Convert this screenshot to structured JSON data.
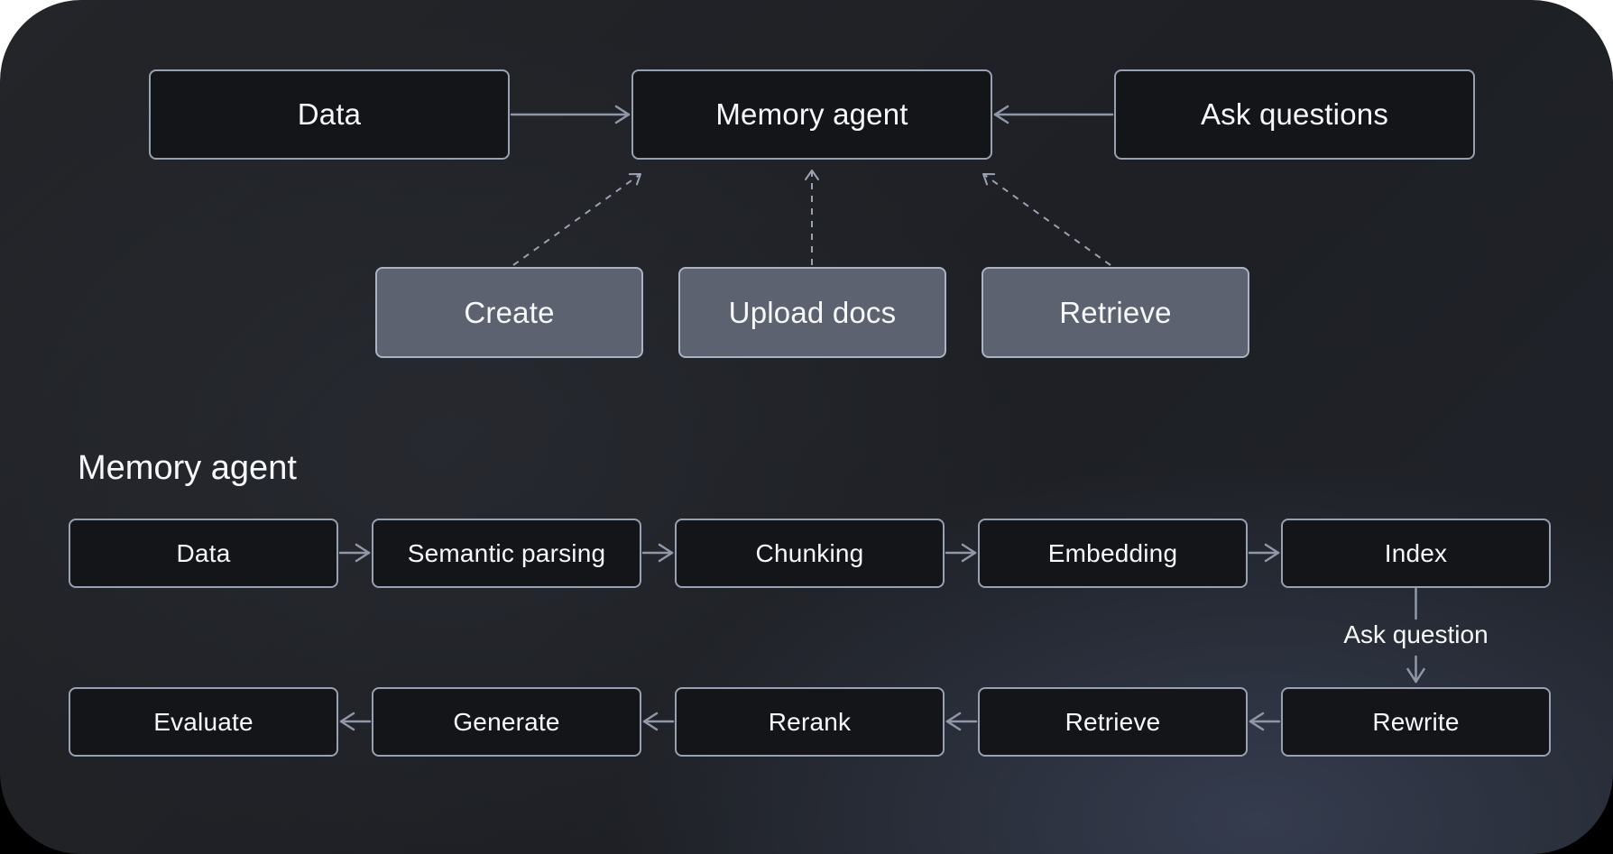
{
  "overview": {
    "data_source": "Data",
    "memory_agent": "Memory agent",
    "ask_questions": "Ask questions",
    "actions": [
      "Create",
      "Upload docs",
      "Retrieve"
    ]
  },
  "detail": {
    "section_title": "Memory agent",
    "ingest_row": [
      "Data",
      "Semantic parsing",
      "Chunking",
      "Embedding",
      "Index"
    ],
    "connector_label": "Ask question",
    "answer_row": [
      "Evaluate",
      "Generate",
      "Rerank",
      "Retrieve",
      "Rewrite"
    ]
  },
  "colors": {
    "card_background": "#1f2127",
    "card_background_glow": "#353c4e",
    "node_fill": "#141519",
    "node_border": "#98a0b3",
    "action_fill": "#5d6270",
    "action_border": "#abb2c1",
    "arrow": "#8f97a9",
    "text": "#f7f8fa",
    "page_top": "#ffffff",
    "page_bottom": "#000000"
  }
}
